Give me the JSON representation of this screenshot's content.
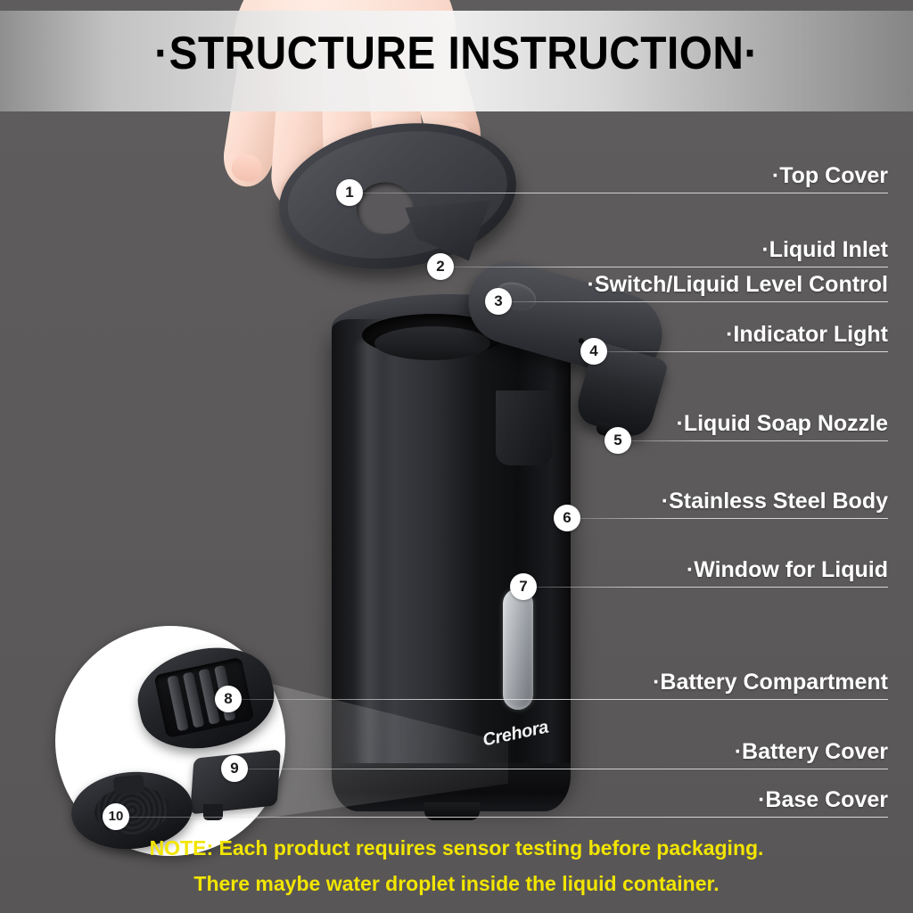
{
  "header": {
    "title": "·STRUCTURE INSTRUCTION·"
  },
  "product": {
    "brand": "Crehora"
  },
  "callouts": [
    {
      "number": "1",
      "label": "·Top Cover"
    },
    {
      "number": "2",
      "label": "·Liquid Inlet"
    },
    {
      "number": "3",
      "label": "·Switch/Liquid Level Control"
    },
    {
      "number": "4",
      "label": "·Indicator Light"
    },
    {
      "number": "5",
      "label": "·Liquid Soap Nozzle"
    },
    {
      "number": "6",
      "label": "·Stainless Steel Body"
    },
    {
      "number": "7",
      "label": "·Window for Liquid"
    },
    {
      "number": "8",
      "label": "·Battery Compartment"
    },
    {
      "number": "9",
      "label": "·Battery Cover"
    },
    {
      "number": "10",
      "label": "·Base Cover"
    }
  ],
  "note": {
    "line1": "NOTE: Each product requires sensor testing before packaging.",
    "line2": "There maybe water droplet inside the liquid container."
  },
  "colors": {
    "background": "#5c5a5a",
    "label_text": "#ffffff",
    "note_text": "#f2e500",
    "callout_bg": "#ffffff",
    "callout_text": "#1a1a1a",
    "title_text": "#000000",
    "inset_bg": "#ffffff"
  }
}
